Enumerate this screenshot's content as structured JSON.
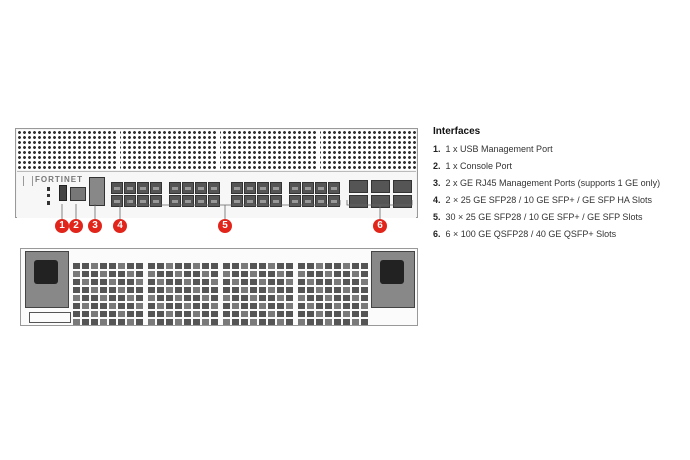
{
  "brand": "FORTINET",
  "interfaces": {
    "title": "Interfaces",
    "items": [
      {
        "num": "1.",
        "text": "1 x USB Management Port"
      },
      {
        "num": "2.",
        "text": "1 x Console Port"
      },
      {
        "num": "3.",
        "text": "2 x GE RJ45 Management Ports (supports 1 GE only)"
      },
      {
        "num": "4.",
        "text": "2 × 25 GE SFP28 / 10 GE SFP+ / GE SFP HA Slots"
      },
      {
        "num": "5.",
        "text": "30 × 25 GE SFP28 / 10 GE SFP+ / GE SFP Slots"
      },
      {
        "num": "6.",
        "text": "6 × 100 GE QSFP28 / 40 GE QSFP+ Slots"
      }
    ]
  },
  "markers": [
    "1",
    "2",
    "3",
    "4",
    "5",
    "6"
  ],
  "accent": "#e1251b"
}
